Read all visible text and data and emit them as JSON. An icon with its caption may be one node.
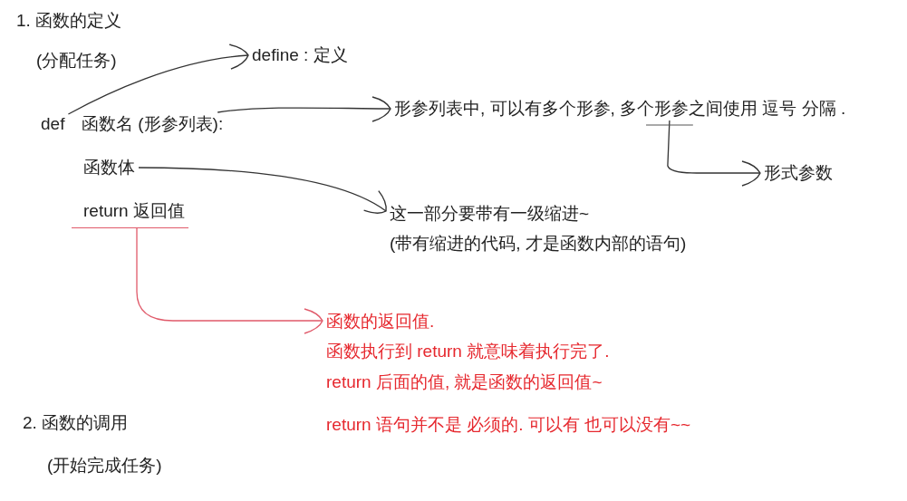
{
  "diagram": {
    "nodes": [
      {
        "text": [
          "define : 定义"
        ]
      },
      {
        "text": [
          "def"
        ]
      },
      {
        "text": [
          "函数名 (形参列表):"
        ]
      },
      {
        "text": [
          "形参列表中, 可以有多个形参, 多个形参之间使用 逗号 分隔 ."
        ]
      },
      {
        "text": [
          "函数体"
        ]
      },
      {
        "text": [
          "形式参数"
        ]
      },
      {
        "text": [
          "return 返回值"
        ]
      },
      {
        "text": [
          "这一部分要带有一级缩进~",
          "(带有缩进的代码, 才是函数内部的语句)"
        ]
      },
      {
        "text": [
          "函数的返回值.",
          "函数执行到 return 就意味着执行完了.",
          "return 后面的值, 就是函数的返回值~",
          "return 语句并不是 必须的. 可以有 也可以没有~~"
        ]
      }
    ],
    "edges": [
      {
        "from": 1,
        "to": 0,
        "arrow": "to"
      },
      {
        "from": 2,
        "to": 3,
        "arrow": "to"
      },
      {
        "from": 3,
        "to": 5,
        "arrow": "to"
      },
      {
        "from": 4,
        "to": 7,
        "arrow": "to"
      },
      {
        "from": 6,
        "to": 8,
        "arrow": "to",
        "color": "#e05a6a"
      }
    ],
    "labels": [
      "1. 函数的定义",
      "(分配任务)",
      "2. 函数的调用",
      "(开始完成任务)"
    ]
  }
}
